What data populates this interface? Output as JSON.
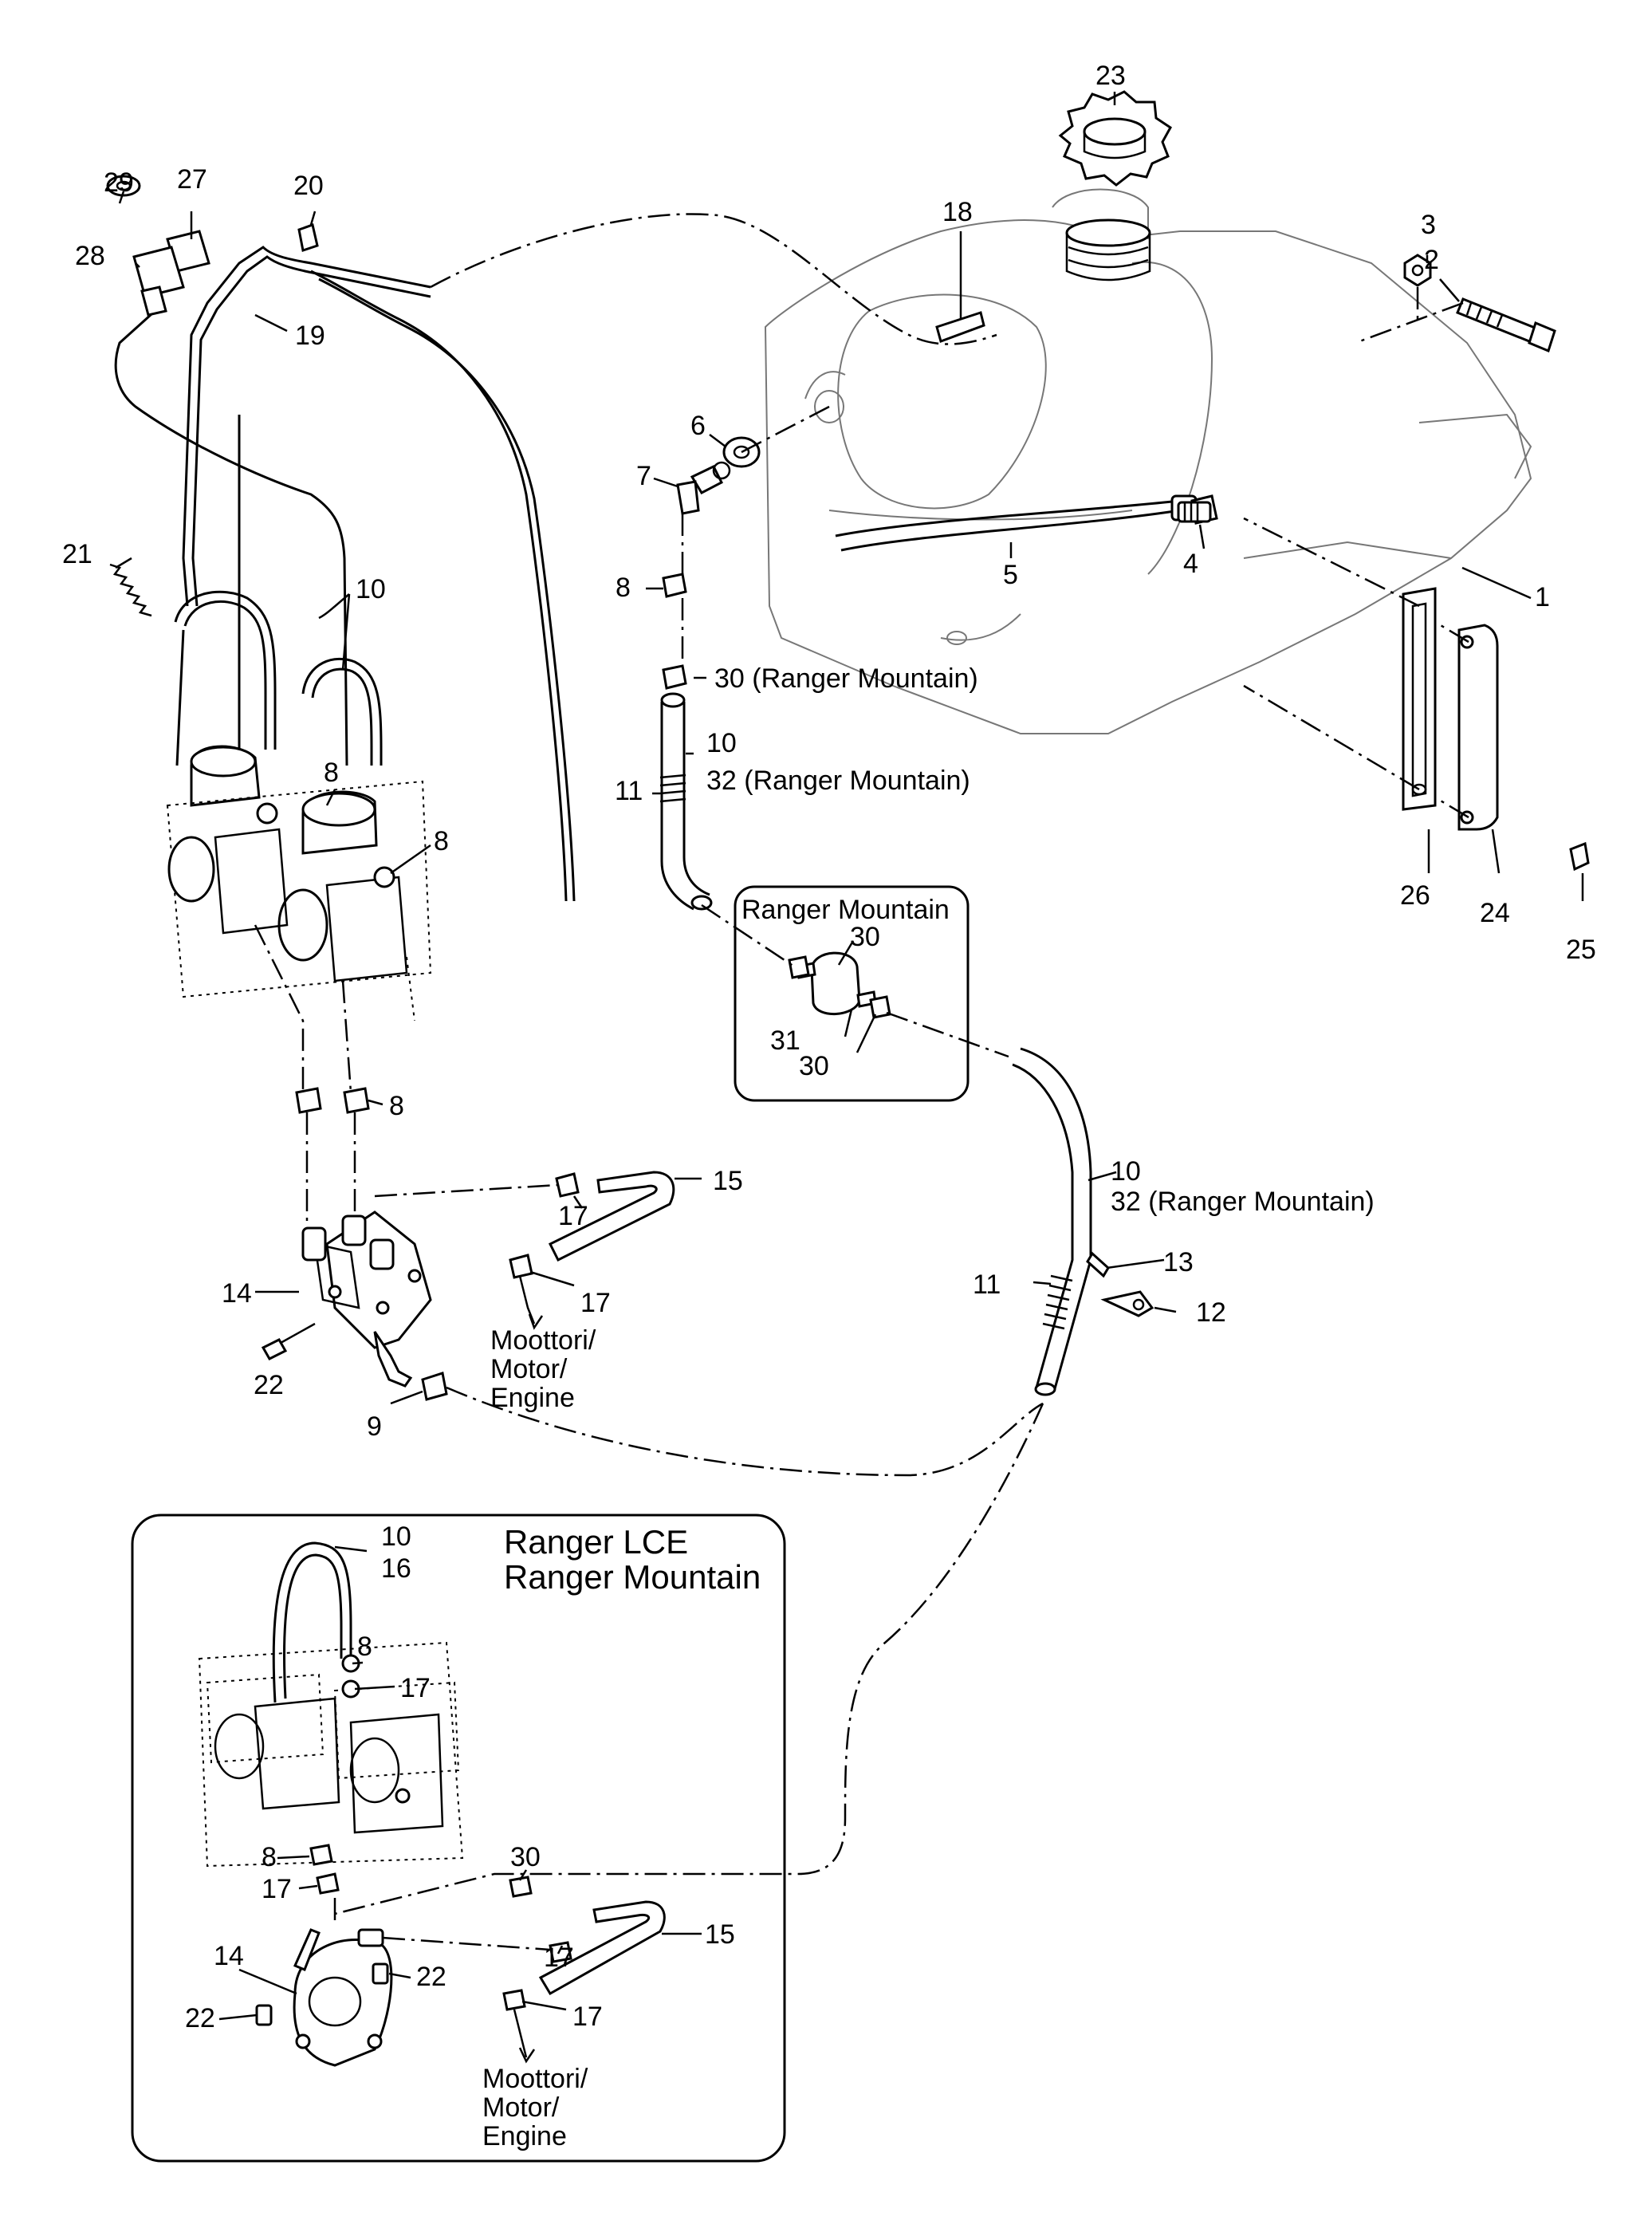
{
  "callouts": {
    "c1": "1",
    "c2": "2",
    "c3": "3",
    "c4": "4",
    "c5": "5",
    "c6": "6",
    "c7": "7",
    "c8a": "8",
    "c8b": "8",
    "c8c": "8",
    "c8d": "8",
    "c8e": "8",
    "c8f": "8",
    "c9": "9",
    "c10a": "10",
    "c10b": "10",
    "c10c": "10",
    "c10d": "10",
    "c11a": "11",
    "c11b": "11",
    "c12": "12",
    "c13": "13",
    "c14a": "14",
    "c14b": "14",
    "c15a": "15",
    "c15b": "15",
    "c16": "16",
    "c17a": "17",
    "c17b": "17",
    "c17c": "17",
    "c17d": "17",
    "c17e": "17",
    "c17f": "17",
    "c18": "18",
    "c19": "19",
    "c20": "20",
    "c21": "21",
    "c22a": "22",
    "c22b": "22",
    "c22c": "22",
    "c23": "23",
    "c24": "24",
    "c25": "25",
    "c26": "26",
    "c27": "27",
    "c28": "28",
    "c29": "29",
    "c30a": "30 (Ranger Mountain)",
    "c30b": "30",
    "c30c": "30",
    "c30d": "30",
    "c31": "31",
    "c32a": "32 (Ranger Mountain)",
    "c32b": "32 (Ranger Mountain)"
  },
  "boxes": {
    "ranger_mountain_title": "Ranger Mountain",
    "lce_title_line1": "Ranger LCE",
    "lce_title_line2": "Ranger Mountain"
  },
  "engine_note": {
    "line1": "Moottori/",
    "line2": "Motor/",
    "line3": "Engine"
  }
}
